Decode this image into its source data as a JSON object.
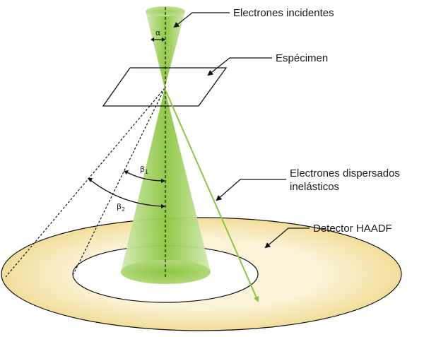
{
  "labels": {
    "incident": "Electrones incidentes",
    "specimen": "Espécimen",
    "inelastic_line1": "Electrones dispersados",
    "inelastic_line2": "inelásticos",
    "detector": "Detector HAADF"
  },
  "symbols": {
    "alpha": "α",
    "beta": "β",
    "beta1_sub": "1",
    "beta2_sub": "2"
  },
  "colors": {
    "beam": "#8cc63f",
    "beam_light": "#d8ebb8",
    "detector": "#f1d98c",
    "detector_light": "#fbf2d6",
    "ray": "#8cc63f",
    "line": "#111111"
  }
}
